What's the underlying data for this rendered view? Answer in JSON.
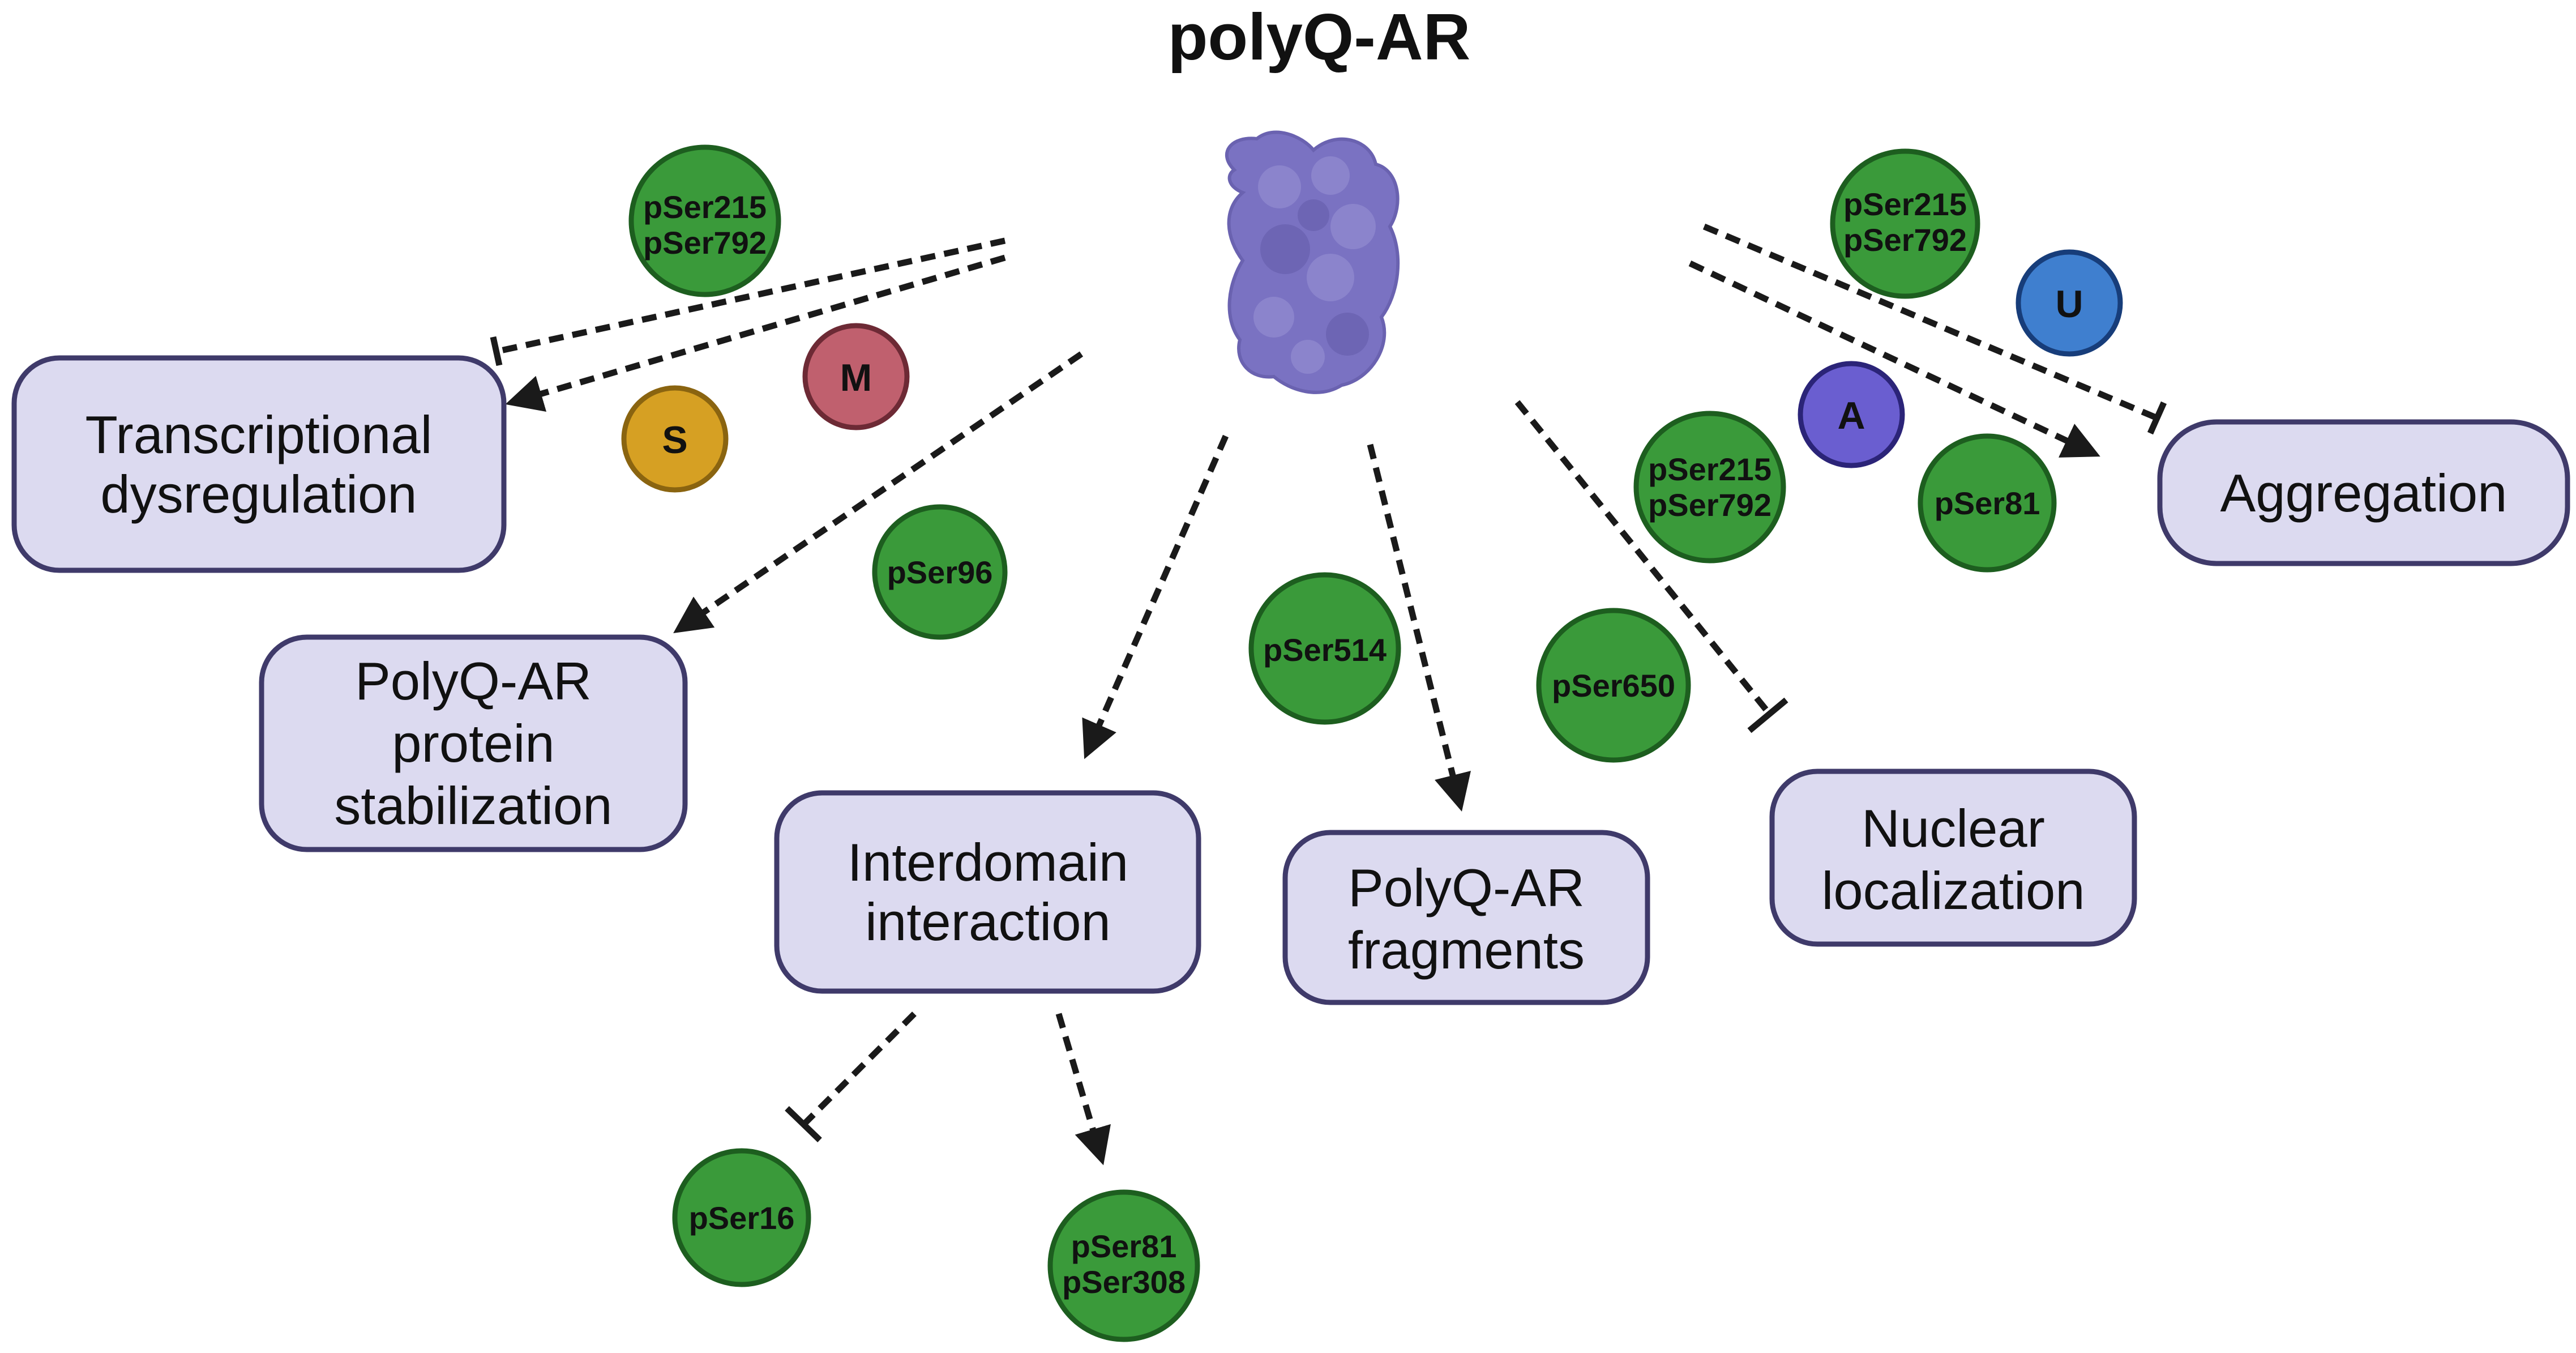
{
  "title": "polyQ-AR",
  "outcomes": {
    "transcriptional": [
      "Transcriptional",
      "dysregulation"
    ],
    "stabilization": [
      "PolyQ-AR",
      "protein",
      "stabilization"
    ],
    "interdomain": [
      "Interdomain",
      "interaction"
    ],
    "fragments": [
      "PolyQ-AR",
      "fragments"
    ],
    "nuclear": [
      "Nuclear",
      "localization"
    ],
    "aggregation": [
      "Aggregation"
    ]
  },
  "sites": {
    "pSer215_792_left": [
      "pSer215",
      "pSer792"
    ],
    "pSer96": [
      "pSer96"
    ],
    "pSer514": [
      "pSer514"
    ],
    "pSer650": [
      "pSer650"
    ],
    "pSer215_792_top_right": [
      "pSer215",
      "pSer792"
    ],
    "pSer215_792_mid_right": [
      "pSer215",
      "pSer792"
    ],
    "pSer81": [
      "pSer81"
    ],
    "pSer16": [
      "pSer16"
    ],
    "pSer81_308": [
      "pSer81",
      "pSer308"
    ]
  },
  "modifications": {
    "S": "S",
    "M": "M",
    "A": "A",
    "U": "U"
  },
  "colors": {
    "site_fill": "#3a9a3a",
    "site_stroke": "#1d5e1f",
    "box_fill": "#dcdaf0",
    "box_stroke": "#3f3a6a",
    "protein": "#7a72c2",
    "S": "#d6a023",
    "M": "#c0606e",
    "A": "#6a5ed0",
    "U": "#3f7fcf"
  }
}
